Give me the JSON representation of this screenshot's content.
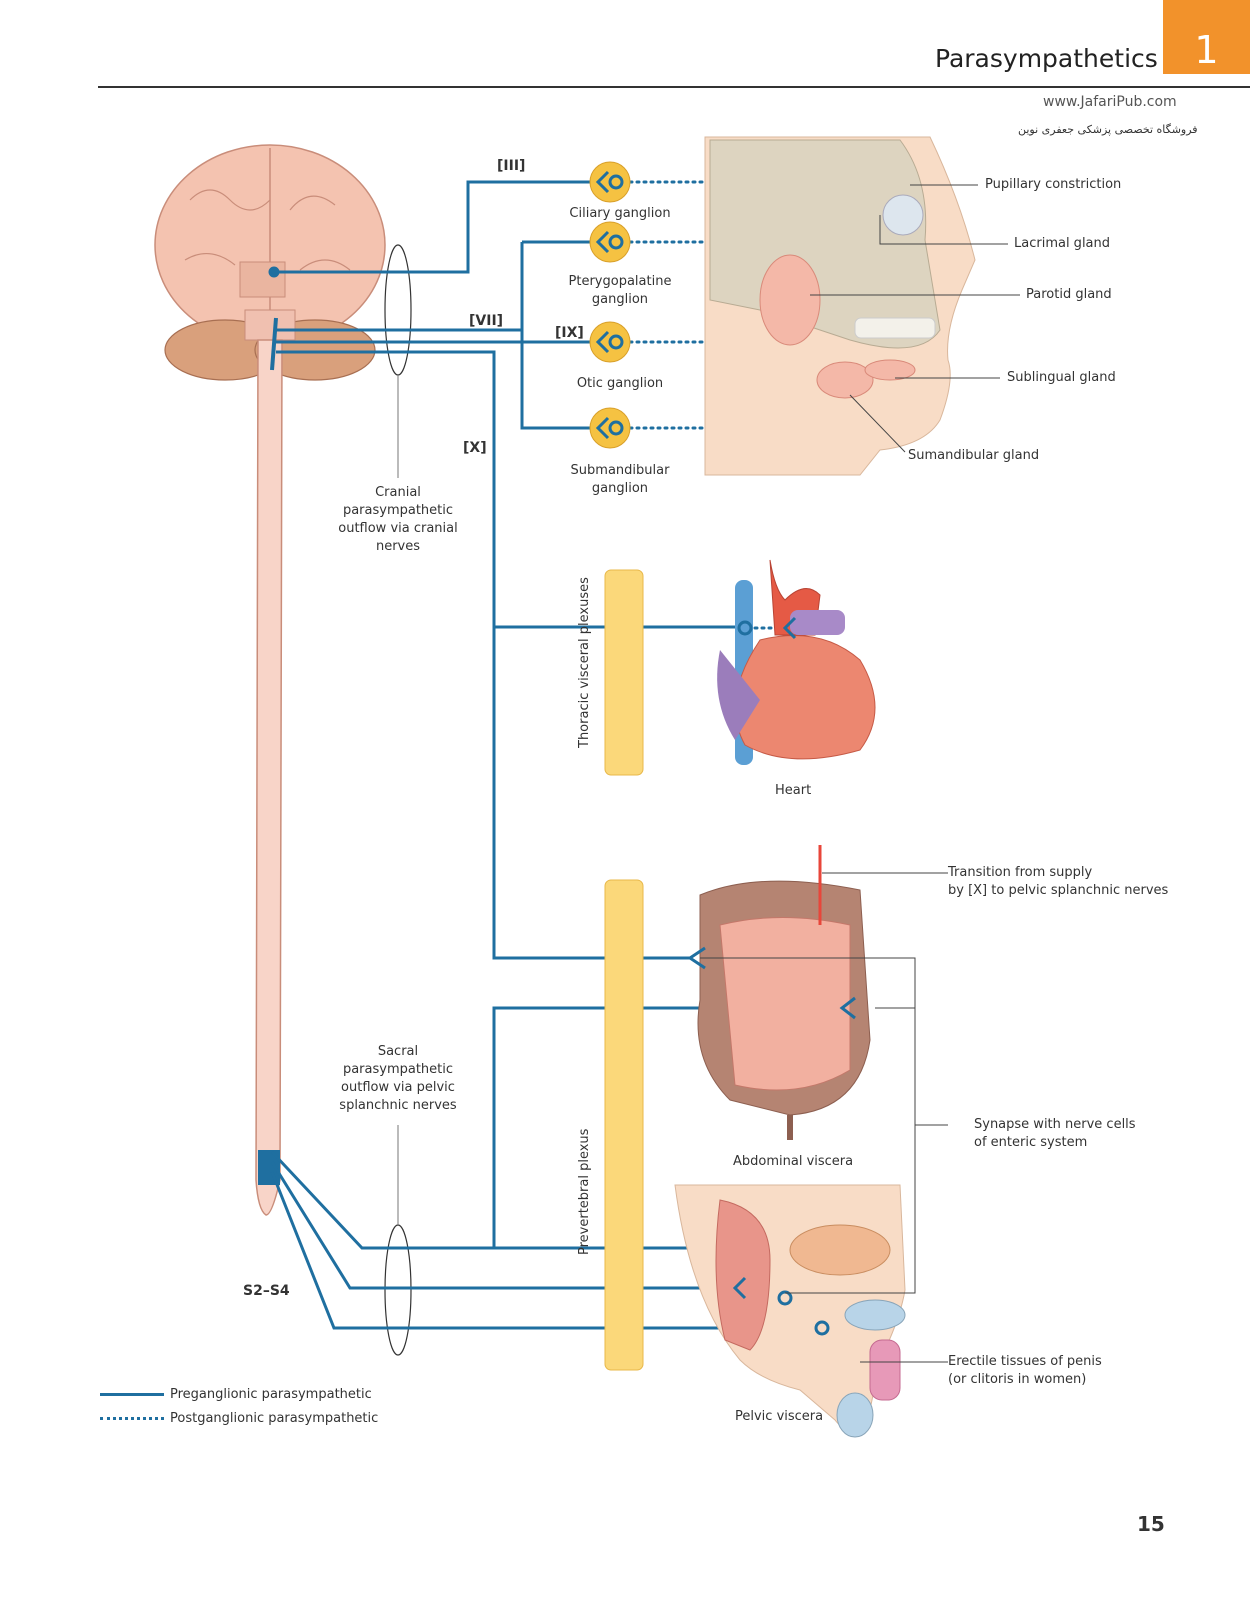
{
  "header": {
    "title": "Parasympathetics",
    "chapter_number": "1",
    "watermark_url": "www.JafariPub.com",
    "watermark_text": "فروشگاه تخصصی پزشکی جعفری نوین"
  },
  "colors": {
    "preganglionic": "#1f6fa0",
    "ganglion_fill": "#f5c242",
    "plexus_fill": "#fbd87a",
    "chapter_tab": "#f2922b",
    "transition_marker": "#e8463a"
  },
  "cranial_nerves": {
    "oculomotor": "[III]",
    "facial": "[VII]",
    "glossopharyngeal": "[IX]",
    "vagus": "[X]"
  },
  "ganglia": [
    {
      "name": "Ciliary ganglion"
    },
    {
      "name": "Pterygopalatine ganglion"
    },
    {
      "name": "Otic ganglion"
    },
    {
      "name": "Submandibular ganglion"
    }
  ],
  "head_targets": [
    "Pupillary constriction",
    "Lacrimal gland",
    "Parotid gland",
    "Sublingual gland",
    "Sumandibular gland"
  ],
  "outflow_labels": {
    "cranial": "Cranial parasympathetic outflow via cranial nerves",
    "sacral": "Sacral parasympathetic outflow via pelvic splanchnic nerves",
    "sacral_segments": "S2–S4"
  },
  "plexuses": {
    "thoracic": "Thoracic visceral  plexuses",
    "prevertebral": "Prevertebral plexus"
  },
  "organs": {
    "heart": "Heart",
    "abdominal": "Abdominal viscera",
    "pelvic": "Pelvic viscera"
  },
  "annotations": {
    "transition": [
      "Transition from supply",
      "by [X] to pelvic splanchnic nerves"
    ],
    "synapse": [
      "Synapse with nerve cells",
      "of enteric system"
    ],
    "erectile": [
      "Erectile tissues of penis",
      "(or clitoris in women)"
    ]
  },
  "legend": {
    "preganglionic": "Preganglionic parasympathetic",
    "postganglionic": "Postganglionic parasympathetic"
  },
  "page_number": "15"
}
